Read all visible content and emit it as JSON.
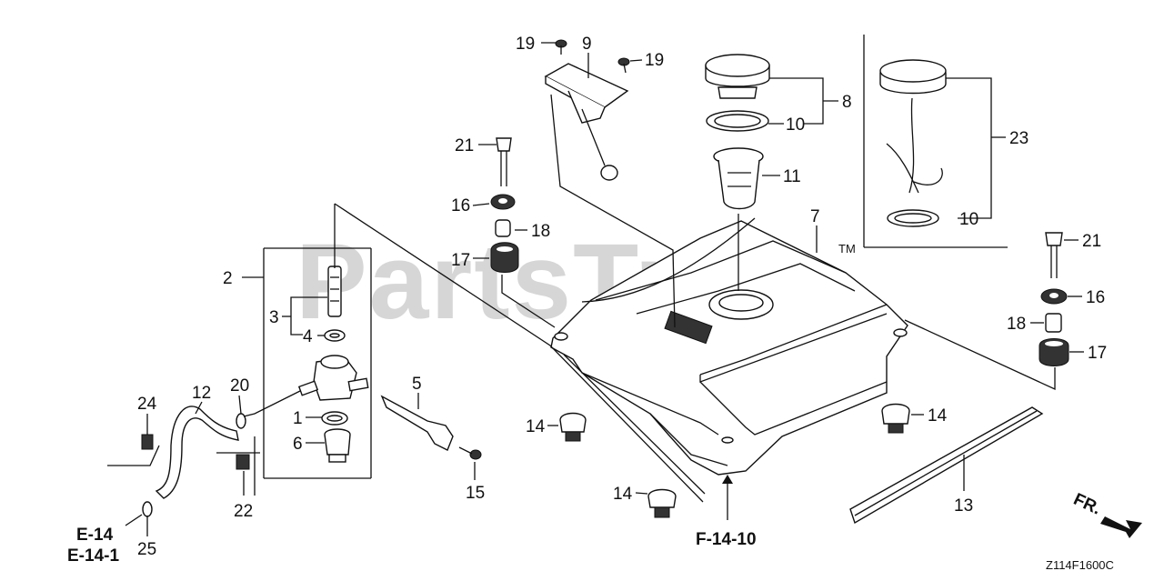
{
  "diagram": {
    "watermark": "PartsTree",
    "trademark": "TM",
    "figure_code": "Z114F1600C",
    "direction_marker": "FR.",
    "references": {
      "e14": "E-14",
      "e141": "E-14-1",
      "f1410": "F-14-10"
    },
    "callouts": {
      "c1": "1",
      "c2": "2",
      "c3": "3",
      "c4": "4",
      "c5": "5",
      "c6": "6",
      "c7": "7",
      "c8": "8",
      "c9": "9",
      "c10a": "10",
      "c10b": "10",
      "c11": "11",
      "c12": "12",
      "c13": "13",
      "c14a": "14",
      "c14b": "14",
      "c14c": "14",
      "c15": "15",
      "c16a": "16",
      "c16b": "16",
      "c17a": "17",
      "c17b": "17",
      "c18a": "18",
      "c18b": "18",
      "c19a": "19",
      "c19b": "19",
      "c20": "20",
      "c21a": "21",
      "c21b": "21",
      "c22": "22",
      "c23": "23",
      "c24": "24",
      "c25": "25"
    }
  }
}
